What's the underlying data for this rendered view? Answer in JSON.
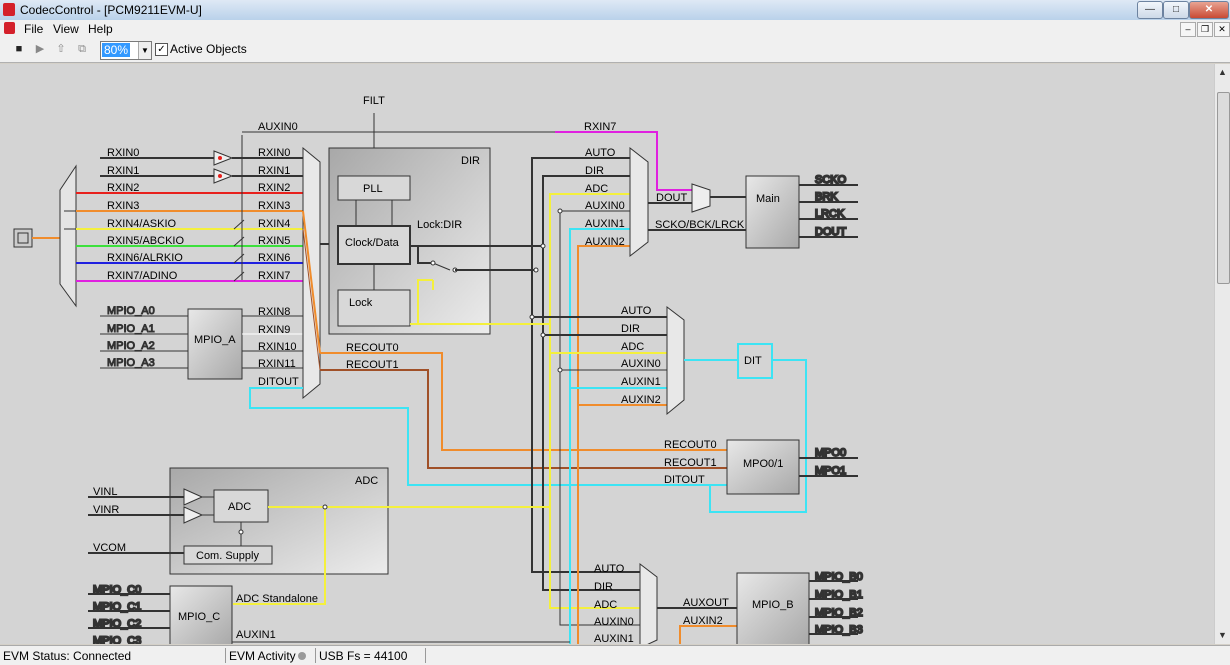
{
  "window": {
    "title": "CodecControl - [PCM9211EVM-U]",
    "minimize": "—",
    "maximize": "□",
    "close": "✕"
  },
  "menu": {
    "file": "File",
    "view": "View",
    "help": "Help"
  },
  "mdi": {
    "minimize": "–",
    "restore": "❐",
    "close": "✕"
  },
  "toolbar": {
    "zoom": "80%",
    "active_objects": "Active Objects",
    "icons": [
      "stop-icon",
      "play-icon",
      "up-icon",
      "copy-icon"
    ]
  },
  "colors": {
    "orange": "#f08c2c",
    "red": "#e8201c",
    "yellow": "#f4f03c",
    "green": "#3ce03c",
    "blue": "#2020e0",
    "magenta": "#e020e0",
    "cyan": "#3ce4f4",
    "brown": "#a05028",
    "olive": "#8c7c28"
  },
  "diagram": {
    "filt": "FILT",
    "auxin0_top": "AUXIN0",
    "rx_inputs": [
      "RXIN0",
      "RXIN1",
      "RXIN2",
      "RXIN3",
      "RXIN4/ASKIO",
      "RXIN5/ABCKIO",
      "RXIN6/ALRKIO",
      "RXIN7/ADINO"
    ],
    "mux_inputs": [
      "RXIN0",
      "RXIN1",
      "RXIN2",
      "RXIN3",
      "RXIN4",
      "RXIN5",
      "RXIN6",
      "RXIN7",
      "RXIN8",
      "RXIN9",
      "RXIN10",
      "RXIN11",
      "DITOUT"
    ],
    "mpio_a_pins": [
      "MPIO_A0",
      "MPIO_A1",
      "MPIO_A2",
      "MPIO_A3"
    ],
    "mpio_a": "MPIO_A",
    "dir": {
      "title": "DIR",
      "pll": "PLL",
      "clock": "Clock/Data",
      "lock": "Lock",
      "lockdir": "Lock:DIR"
    },
    "recout0": "RECOUT0",
    "recout1": "RECOUT1",
    "rxin7_top": "RXIN7",
    "main_mux_labels": [
      "AUTO",
      "DIR",
      "ADC",
      "AUXIN0",
      "AUXIN1",
      "AUXIN2"
    ],
    "dout": "DOUT",
    "scko_bck_lrck": "SCKO/BCK/LRCK",
    "main": "Main",
    "main_outs": [
      "SCKO",
      "BRK",
      "LRCK",
      "DOUT"
    ],
    "dit_mux_labels": [
      "AUTO",
      "DIR",
      "ADC",
      "AUXIN0",
      "AUXIN1",
      "AUXIN2"
    ],
    "dit": "DIT",
    "mpo_in": [
      "RECOUT0",
      "RECOUT1",
      "DITOUT"
    ],
    "mpo": "MPO0/1",
    "mpo_outs": [
      "MPO0",
      "MPO1"
    ],
    "adc": {
      "title": "ADC",
      "inner": "ADC",
      "supply": "Com. Supply",
      "vinl": "VINL",
      "vinr": "VINR",
      "vcom": "VCOM"
    },
    "mpio_c": "MPIO_C",
    "mpio_c_pins": [
      "MPIO_C0",
      "MPIO_C1",
      "MPIO_C2",
      "MPIO_C3"
    ],
    "adc_standalone": "ADC Standalone",
    "auxin1_bottom": "AUXIN1",
    "b_mux_labels": [
      "AUTO",
      "DIR",
      "ADC",
      "AUXIN0",
      "AUXIN1"
    ],
    "auxout": "AUXOUT",
    "auxin2_b": "AUXIN2",
    "mpio_b": "MPIO_B",
    "mpio_b_outs": [
      "MPIO_B0",
      "MPIO_B1",
      "MPIO_B2",
      "MPIO_B3"
    ]
  },
  "status": {
    "evm": "EVM Status: Connected",
    "activity": "EVM Activity",
    "usb": "USB Fs = 44100"
  }
}
